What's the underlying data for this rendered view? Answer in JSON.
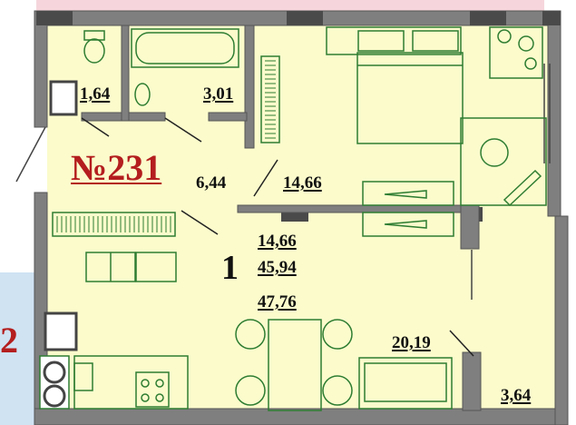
{
  "plan": {
    "apartment_number": "№231",
    "room_count": "1",
    "edge_label": "2",
    "rooms": [
      {
        "id": "wc",
        "area": "1,64"
      },
      {
        "id": "bathroom",
        "area": "3,01"
      },
      {
        "id": "hallway",
        "area": "6,44"
      },
      {
        "id": "bedroom",
        "area": "14,66"
      },
      {
        "id": "kitchen-living",
        "area": "20,19"
      },
      {
        "id": "balcony",
        "area": "3,64"
      }
    ],
    "totals": {
      "living_area": "14,66",
      "total_area": "45,94",
      "total_with_balcony": "47,76"
    }
  },
  "colors": {
    "wall": "#7f7f7f",
    "wall_dark": "#4a4a4a",
    "room_fill": "#fbfbcc",
    "furniture_line": "#2e7d32",
    "apartment_number": "#b41e1e",
    "neighbor_pink": "#f6d6dc",
    "neighbor_blue": "#cfe3f3"
  }
}
